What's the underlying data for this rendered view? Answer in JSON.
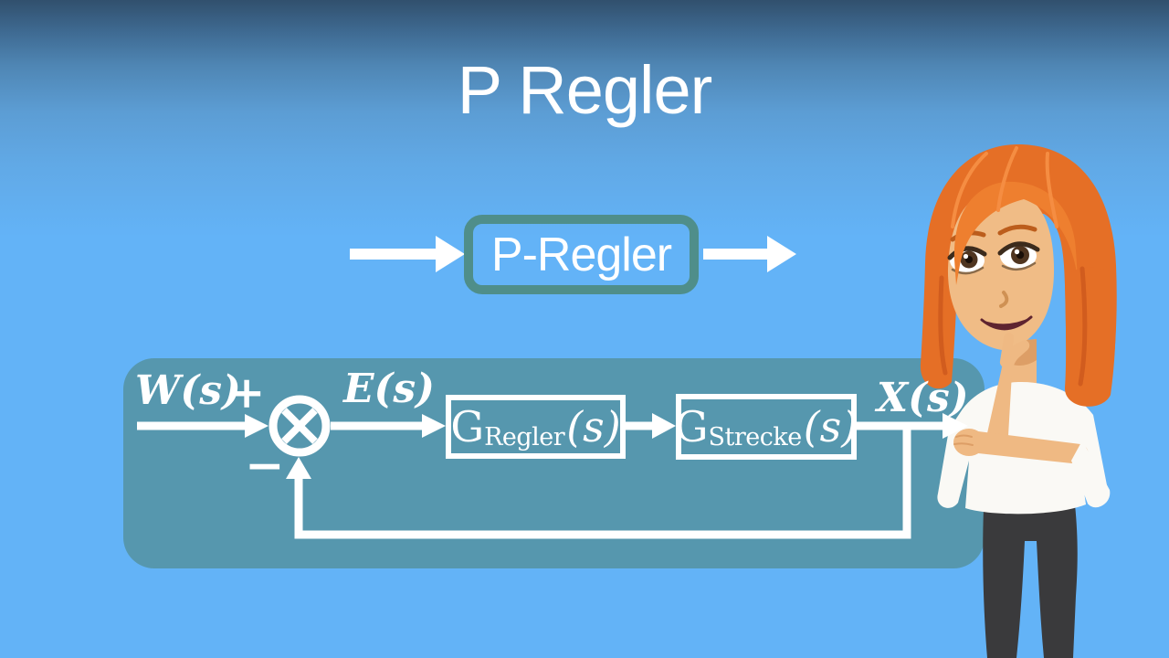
{
  "title": "P Regler",
  "controller_box": {
    "label": "P-Regler"
  },
  "diagram": {
    "input_label": "W(s)",
    "plus": "+",
    "minus": "−",
    "error_label": "E(s)",
    "output_label": "X(s)",
    "blocks": [
      {
        "main": "G",
        "sub": "Regler",
        "arg": "(s)"
      },
      {
        "main": "G",
        "sub": "Strecke",
        "arg": "(s)"
      }
    ]
  },
  "illustration": "thinking-woman-cartoon",
  "colors": {
    "bg-top": "#31506d",
    "bg-light": "#63b3f7",
    "panel": "#5697ae",
    "accent": "#4f8e8a",
    "ink": "#ffffff"
  }
}
